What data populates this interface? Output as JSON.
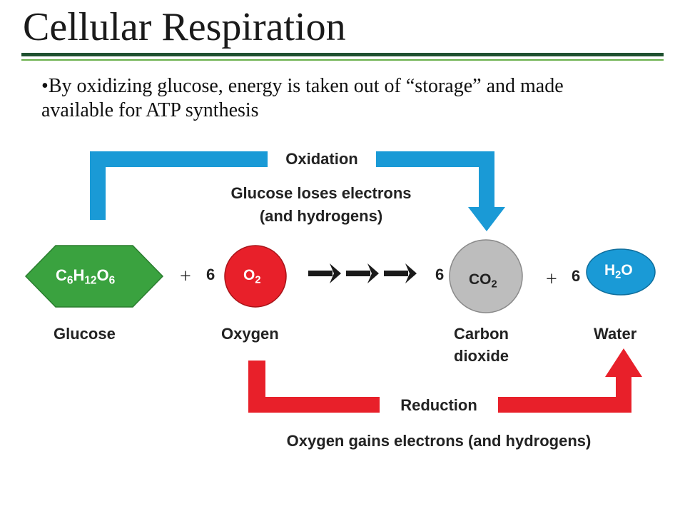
{
  "title": "Cellular Respiration",
  "bullet": {
    "marker": "•",
    "text": "By oxidizing glucose, energy is taken out of “storage” and made available for ATP synthesis"
  },
  "colors": {
    "title_rule_dark": "#1f5130",
    "title_rule_light": "#6ab04c",
    "oxidation_arrow": "#1a9ad6",
    "reduction_arrow": "#e8202a",
    "glucose_fill": "#3aa23f",
    "oxygen_fill": "#e8202a",
    "co2_fill": "#bdbdbd",
    "water_fill": "#1a9ad6"
  },
  "oxidation": {
    "label": "Oxidation",
    "caption_line1": "Glucose loses electrons",
    "caption_line2": "(and hydrogens)"
  },
  "reduction": {
    "label": "Reduction",
    "caption": "Oxygen gains electrons (and hydrogens)"
  },
  "equation": {
    "glucose": {
      "formula": [
        "C",
        "6",
        "H",
        "12",
        "O",
        "6"
      ],
      "name": "Glucose"
    },
    "plus1": "+",
    "oxygen": {
      "coef": "6",
      "formula": [
        "O",
        "2"
      ],
      "name": "Oxygen"
    },
    "arrows_icon": "reaction-arrows-icon",
    "co2": {
      "coef": "6",
      "formula": [
        "CO",
        "2"
      ],
      "name_line1": "Carbon",
      "name_line2": "dioxide"
    },
    "plus2": "+",
    "water": {
      "coef": "6",
      "formula": [
        "H",
        "2",
        "O"
      ],
      "name": "Water"
    }
  }
}
